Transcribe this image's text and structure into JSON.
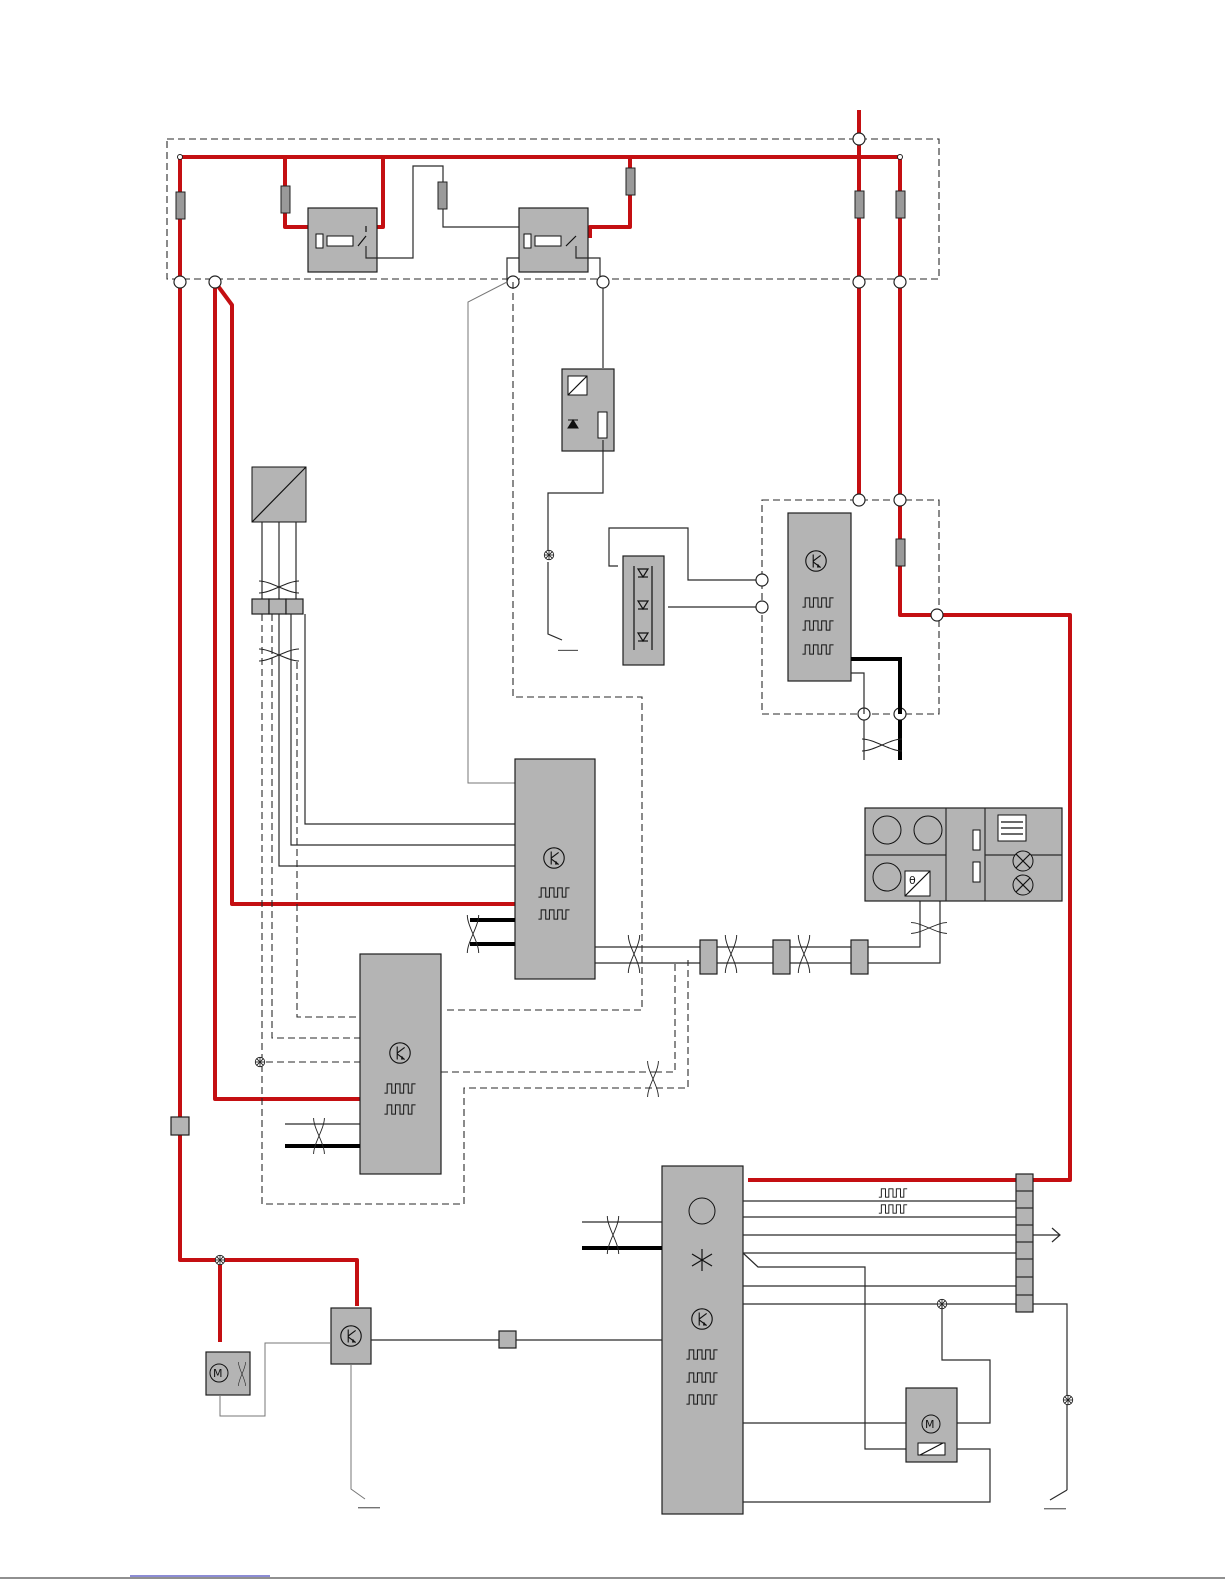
{
  "diagram": {
    "page": {
      "background": "#ffffff"
    },
    "colors": {
      "power_wire": "#c40f12",
      "module_fill": "#b4b4b4",
      "signal_wire": "#2a2a2a",
      "footer_link": "#1a1aa8"
    },
    "symbols": {
      "thermo_label": "θ"
    },
    "footer": {
      "link_text": ""
    },
    "components": [
      {
        "id": "fuse-relay-box",
        "kind": "fuse-and-relay-box"
      },
      {
        "id": "relay-1",
        "kind": "relay"
      },
      {
        "id": "relay-2",
        "kind": "relay"
      },
      {
        "id": "diode-sensor",
        "kind": "sensor"
      },
      {
        "id": "converter",
        "kind": "converter"
      },
      {
        "id": "led-panel",
        "kind": "led-array"
      },
      {
        "id": "control-module-right",
        "kind": "control-module"
      },
      {
        "id": "control-module-center",
        "kind": "control-module"
      },
      {
        "id": "control-module-left",
        "kind": "control-module"
      },
      {
        "id": "climate-panel",
        "kind": "climate-control-panel"
      },
      {
        "id": "main-module",
        "kind": "control-module"
      },
      {
        "id": "fan-motor",
        "kind": "motor"
      },
      {
        "id": "fan-control-module",
        "kind": "control-module"
      },
      {
        "id": "actuator-motor",
        "kind": "motor"
      },
      {
        "id": "connector-strip",
        "kind": "connector"
      }
    ]
  }
}
